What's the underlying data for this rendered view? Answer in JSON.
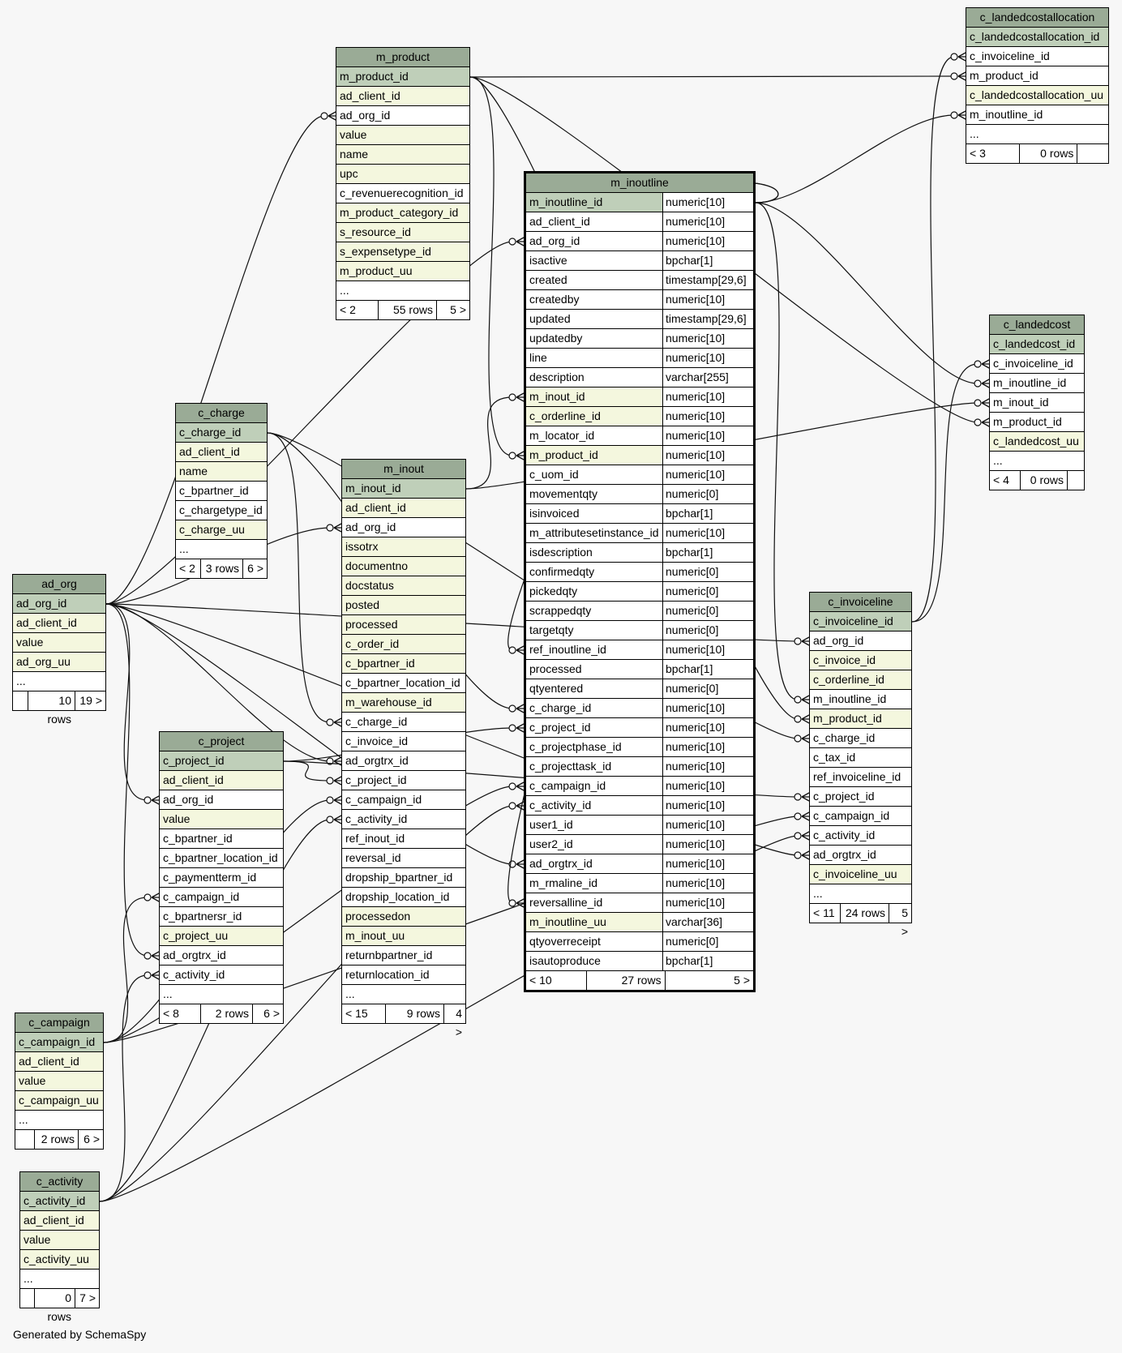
{
  "tables": [
    {
      "name": "c_landedcostallocation",
      "columns": [
        [
          "c_landedcostallocation_id",
          "pk"
        ],
        [
          "c_invoiceline_id",
          "plain"
        ],
        [
          "m_product_id",
          "plain"
        ],
        [
          "c_landedcostallocation_uu",
          "idx"
        ],
        [
          "m_inoutline_id",
          "plain"
        ],
        [
          "...",
          "plain"
        ]
      ],
      "footer": [
        "< 3",
        "0 rows",
        ""
      ]
    },
    {
      "name": "m_product",
      "columns": [
        [
          "m_product_id",
          "pk"
        ],
        [
          "ad_client_id",
          "idx"
        ],
        [
          "ad_org_id",
          "plain"
        ],
        [
          "value",
          "idx"
        ],
        [
          "name",
          "idx"
        ],
        [
          "upc",
          "idx"
        ],
        [
          "c_revenuerecognition_id",
          "plain"
        ],
        [
          "m_product_category_id",
          "idx"
        ],
        [
          "s_resource_id",
          "idx"
        ],
        [
          "s_expensetype_id",
          "idx"
        ],
        [
          "m_product_uu",
          "idx"
        ],
        [
          "...",
          "plain"
        ]
      ],
      "footer": [
        "< 2",
        "55 rows",
        "5 >"
      ]
    },
    {
      "name": "m_inoutline",
      "columns": [
        [
          "m_inoutline_id",
          "pk",
          "numeric[10]"
        ],
        [
          "ad_client_id",
          "plain",
          "numeric[10]"
        ],
        [
          "ad_org_id",
          "plain",
          "numeric[10]"
        ],
        [
          "isactive",
          "plain",
          "bpchar[1]"
        ],
        [
          "created",
          "plain",
          "timestamp[29,6]"
        ],
        [
          "createdby",
          "plain",
          "numeric[10]"
        ],
        [
          "updated",
          "plain",
          "timestamp[29,6]"
        ],
        [
          "updatedby",
          "plain",
          "numeric[10]"
        ],
        [
          "line",
          "plain",
          "numeric[10]"
        ],
        [
          "description",
          "plain",
          "varchar[255]"
        ],
        [
          "m_inout_id",
          "idx",
          "numeric[10]"
        ],
        [
          "c_orderline_id",
          "idx",
          "numeric[10]"
        ],
        [
          "m_locator_id",
          "plain",
          "numeric[10]"
        ],
        [
          "m_product_id",
          "idx",
          "numeric[10]"
        ],
        [
          "c_uom_id",
          "plain",
          "numeric[10]"
        ],
        [
          "movementqty",
          "plain",
          "numeric[0]"
        ],
        [
          "isinvoiced",
          "plain",
          "bpchar[1]"
        ],
        [
          "m_attributesetinstance_id",
          "plain",
          "numeric[10]"
        ],
        [
          "isdescription",
          "plain",
          "bpchar[1]"
        ],
        [
          "confirmedqty",
          "plain",
          "numeric[0]"
        ],
        [
          "pickedqty",
          "plain",
          "numeric[0]"
        ],
        [
          "scrappedqty",
          "plain",
          "numeric[0]"
        ],
        [
          "targetqty",
          "plain",
          "numeric[0]"
        ],
        [
          "ref_inoutline_id",
          "plain",
          "numeric[10]"
        ],
        [
          "processed",
          "plain",
          "bpchar[1]"
        ],
        [
          "qtyentered",
          "plain",
          "numeric[0]"
        ],
        [
          "c_charge_id",
          "plain",
          "numeric[10]"
        ],
        [
          "c_project_id",
          "plain",
          "numeric[10]"
        ],
        [
          "c_projectphase_id",
          "plain",
          "numeric[10]"
        ],
        [
          "c_projecttask_id",
          "plain",
          "numeric[10]"
        ],
        [
          "c_campaign_id",
          "plain",
          "numeric[10]"
        ],
        [
          "c_activity_id",
          "plain",
          "numeric[10]"
        ],
        [
          "user1_id",
          "plain",
          "numeric[10]"
        ],
        [
          "user2_id",
          "plain",
          "numeric[10]"
        ],
        [
          "ad_orgtrx_id",
          "plain",
          "numeric[10]"
        ],
        [
          "m_rmaline_id",
          "plain",
          "numeric[10]"
        ],
        [
          "reversalline_id",
          "plain",
          "numeric[10]"
        ],
        [
          "m_inoutline_uu",
          "idx",
          "varchar[36]"
        ],
        [
          "qtyoverreceipt",
          "plain",
          "numeric[0]"
        ],
        [
          "isautoproduce",
          "plain",
          "bpchar[1]"
        ]
      ],
      "footer": [
        "< 10",
        "27 rows",
        "5 >"
      ]
    },
    {
      "name": "c_landedcost",
      "columns": [
        [
          "c_landedcost_id",
          "pk"
        ],
        [
          "c_invoiceline_id",
          "plain"
        ],
        [
          "m_inoutline_id",
          "plain"
        ],
        [
          "m_inout_id",
          "plain"
        ],
        [
          "m_product_id",
          "plain"
        ],
        [
          "c_landedcost_uu",
          "idx"
        ],
        [
          "...",
          "plain"
        ]
      ],
      "footer": [
        "< 4",
        "0 rows",
        ""
      ]
    },
    {
      "name": "c_charge",
      "columns": [
        [
          "c_charge_id",
          "pk"
        ],
        [
          "ad_client_id",
          "idx"
        ],
        [
          "name",
          "idx"
        ],
        [
          "c_bpartner_id",
          "plain"
        ],
        [
          "c_chargetype_id",
          "plain"
        ],
        [
          "c_charge_uu",
          "idx"
        ],
        [
          "...",
          "plain"
        ]
      ],
      "footer": [
        "< 2",
        "3 rows",
        "6 >"
      ]
    },
    {
      "name": "m_inout",
      "columns": [
        [
          "m_inout_id",
          "pk"
        ],
        [
          "ad_client_id",
          "idx"
        ],
        [
          "ad_org_id",
          "plain"
        ],
        [
          "issotrx",
          "idx"
        ],
        [
          "documentno",
          "idx"
        ],
        [
          "docstatus",
          "idx"
        ],
        [
          "posted",
          "idx"
        ],
        [
          "processed",
          "idx"
        ],
        [
          "c_order_id",
          "idx"
        ],
        [
          "c_bpartner_id",
          "idx"
        ],
        [
          "c_bpartner_location_id",
          "plain"
        ],
        [
          "m_warehouse_id",
          "idx"
        ],
        [
          "c_charge_id",
          "plain"
        ],
        [
          "c_invoice_id",
          "plain"
        ],
        [
          "ad_orgtrx_id",
          "plain"
        ],
        [
          "c_project_id",
          "plain"
        ],
        [
          "c_campaign_id",
          "plain"
        ],
        [
          "c_activity_id",
          "plain"
        ],
        [
          "ref_inout_id",
          "plain"
        ],
        [
          "reversal_id",
          "plain"
        ],
        [
          "dropship_bpartner_id",
          "plain"
        ],
        [
          "dropship_location_id",
          "plain"
        ],
        [
          "processedon",
          "idx"
        ],
        [
          "m_inout_uu",
          "idx"
        ],
        [
          "returnbpartner_id",
          "plain"
        ],
        [
          "returnlocation_id",
          "plain"
        ],
        [
          "...",
          "plain"
        ]
      ],
      "footer": [
        "< 15",
        "9 rows",
        "4 >"
      ]
    },
    {
      "name": "ad_org",
      "columns": [
        [
          "ad_org_id",
          "pk"
        ],
        [
          "ad_client_id",
          "idx"
        ],
        [
          "value",
          "idx"
        ],
        [
          "ad_org_uu",
          "idx"
        ],
        [
          "...",
          "plain"
        ]
      ],
      "footer": [
        "",
        "10 rows",
        "19 >"
      ]
    },
    {
      "name": "c_invoiceline",
      "columns": [
        [
          "c_invoiceline_id",
          "pk"
        ],
        [
          "ad_org_id",
          "plain"
        ],
        [
          "c_invoice_id",
          "idx"
        ],
        [
          "c_orderline_id",
          "idx"
        ],
        [
          "m_inoutline_id",
          "plain"
        ],
        [
          "m_product_id",
          "idx"
        ],
        [
          "c_charge_id",
          "plain"
        ],
        [
          "c_tax_id",
          "plain"
        ],
        [
          "ref_invoiceline_id",
          "plain"
        ],
        [
          "c_project_id",
          "plain"
        ],
        [
          "c_campaign_id",
          "plain"
        ],
        [
          "c_activity_id",
          "plain"
        ],
        [
          "ad_orgtrx_id",
          "plain"
        ],
        [
          "c_invoiceline_uu",
          "idx"
        ],
        [
          "...",
          "plain"
        ]
      ],
      "footer": [
        "< 11",
        "24 rows",
        "5 >"
      ]
    },
    {
      "name": "c_project",
      "columns": [
        [
          "c_project_id",
          "pk"
        ],
        [
          "ad_client_id",
          "idx"
        ],
        [
          "ad_org_id",
          "plain"
        ],
        [
          "value",
          "idx"
        ],
        [
          "c_bpartner_id",
          "plain"
        ],
        [
          "c_bpartner_location_id",
          "plain"
        ],
        [
          "c_paymentterm_id",
          "plain"
        ],
        [
          "c_campaign_id",
          "plain"
        ],
        [
          "c_bpartnersr_id",
          "plain"
        ],
        [
          "c_project_uu",
          "idx"
        ],
        [
          "ad_orgtrx_id",
          "plain"
        ],
        [
          "c_activity_id",
          "plain"
        ],
        [
          "...",
          "plain"
        ]
      ],
      "footer": [
        "< 8",
        "2 rows",
        "6 >"
      ]
    },
    {
      "name": "c_campaign",
      "columns": [
        [
          "c_campaign_id",
          "pk"
        ],
        [
          "ad_client_id",
          "idx"
        ],
        [
          "value",
          "idx"
        ],
        [
          "c_campaign_uu",
          "idx"
        ],
        [
          "...",
          "plain"
        ]
      ],
      "footer": [
        "",
        "2 rows",
        "6 >"
      ]
    },
    {
      "name": "c_activity",
      "columns": [
        [
          "c_activity_id",
          "pk"
        ],
        [
          "ad_client_id",
          "idx"
        ],
        [
          "value",
          "idx"
        ],
        [
          "c_activity_uu",
          "idx"
        ],
        [
          "...",
          "plain"
        ]
      ],
      "footer": [
        "",
        "0 rows",
        "7 >"
      ]
    }
  ],
  "generated_by": "Generated by SchemaSpy",
  "colors": {
    "header": "#9aab96",
    "primary_key": "#bfcfb9",
    "indexed": "#f4f7de",
    "plain": "#ffffff",
    "background": "#f7f7f7"
  }
}
